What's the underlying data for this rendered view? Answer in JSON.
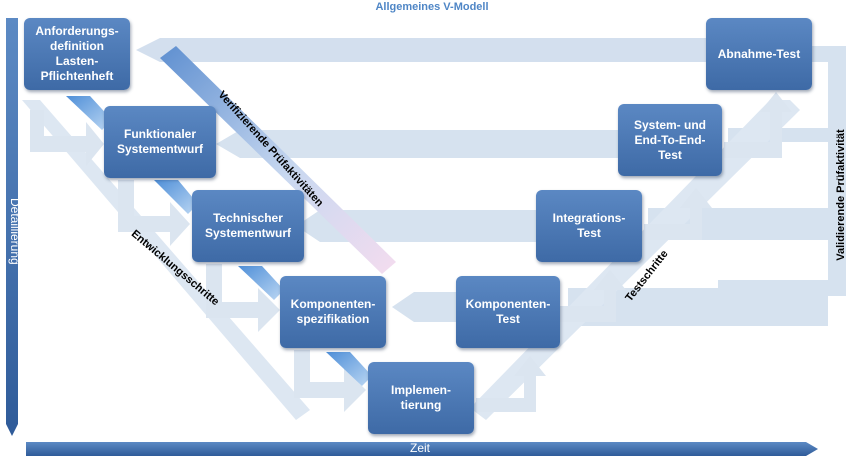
{
  "title": "Allgemeines V-Modell",
  "axes": {
    "time_label": "Zeit",
    "detail_label": "Detaillierung"
  },
  "arrow_labels": {
    "verify": "Verifizierende Prüfaktivitäten",
    "validate": "Validierende Prüfaktivität",
    "development": "Entwicklungsschritte",
    "tests": "Testschritte"
  },
  "boxes": {
    "requirements": "Anforderungs-\ndefinition\nLasten-\nPflichtenheft",
    "functional": "Funktionaler\nSystementwurf",
    "technical": "Technischer\nSystementwurf",
    "component_spec": "Komponenten-\nspezifikation",
    "implementation": "Implemen-\ntierung",
    "component_test": "Komponenten-\nTest",
    "integration_test": "Integrations-\nTest",
    "system_test": "System- und\nEnd-To-End-\nTest",
    "acceptance_test": "Abnahme-Test"
  },
  "colors": {
    "box": "#4a78b5",
    "axis": "#3a66a5",
    "band": "#d6e2ef",
    "title": "#4f86c6"
  }
}
